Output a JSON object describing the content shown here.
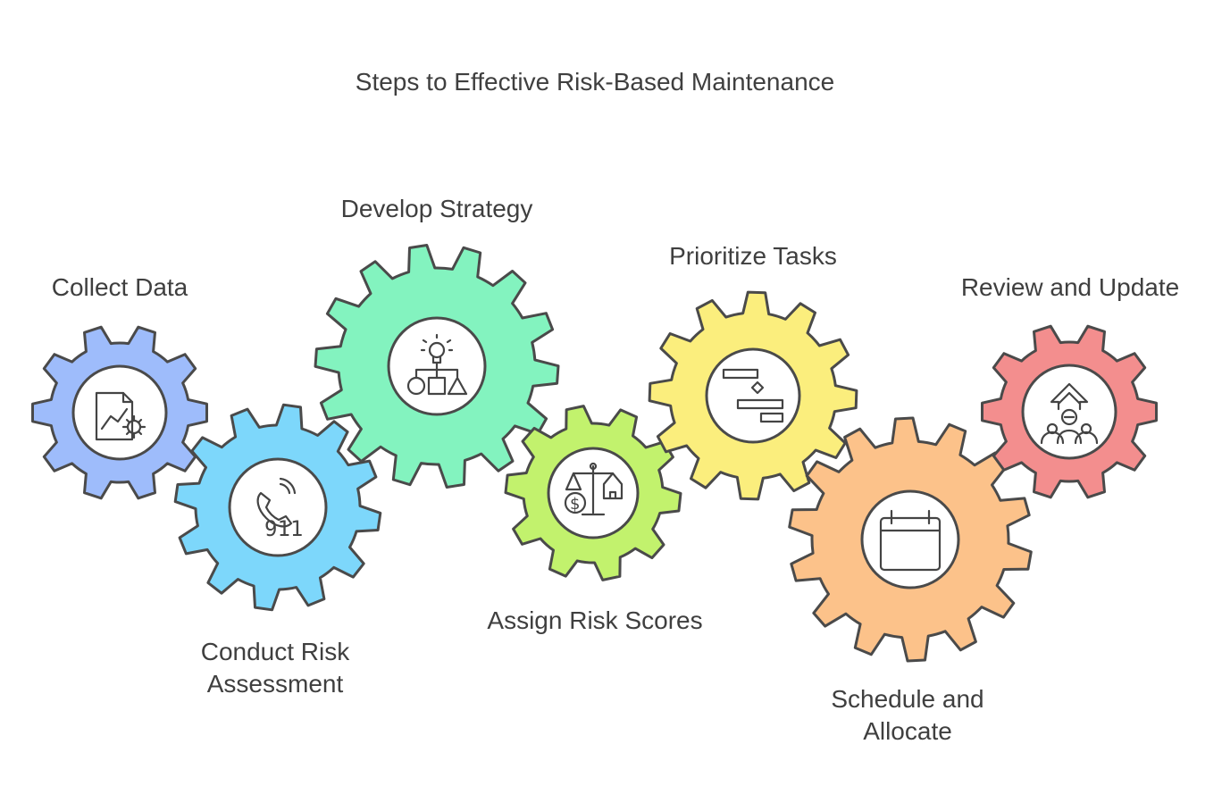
{
  "title": "Steps to Effective Risk-Based Maintenance",
  "steps": [
    {
      "label": "Collect Data",
      "color": "#9ebcfb",
      "icon": "data-analytics-icon"
    },
    {
      "label": "Conduct Risk Assessment",
      "label_lines": [
        "Conduct Risk",
        "Assessment"
      ],
      "color": "#7dd7fb",
      "icon": "emergency-911-icon",
      "icon_text": "911"
    },
    {
      "label": "Develop Strategy",
      "color": "#83f3bf",
      "icon": "strategy-idea-icon"
    },
    {
      "label": "Assign Risk Scores",
      "color": "#c2f26d",
      "icon": "balance-scale-icon",
      "icon_text": "$"
    },
    {
      "label": "Prioritize Tasks",
      "color": "#fbee7d",
      "icon": "gantt-chart-icon"
    },
    {
      "label": "Schedule and Allocate",
      "label_lines": [
        "Schedule and",
        "Allocate"
      ],
      "color": "#fcc28a",
      "icon": "calendar-icon"
    },
    {
      "label": "Review and Update",
      "color": "#f38e8e",
      "icon": "team-review-icon"
    }
  ]
}
